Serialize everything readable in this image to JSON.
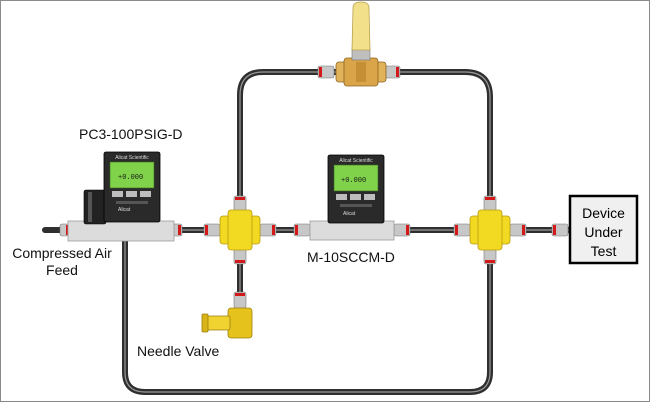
{
  "labels": {
    "controller": "PC3-100PSIG-D",
    "feed": [
      "Compressed Air",
      "Feed"
    ],
    "meter": "M-10SCCM-D",
    "needle": "Needle Valve",
    "dut": [
      "Device",
      "Under",
      "Test"
    ]
  },
  "displays": {
    "controller_reading": "+0.000",
    "meter_reading": "+0.000",
    "brand": "Alicat Scientific"
  },
  "colors": {
    "tube": "#2f2f2f",
    "tube_highlight": "#9a9a9a",
    "fitting": "#c7c7c7",
    "nut_red": "#d21a1a",
    "brass_tee": "#f2da22",
    "valve_handle": "#f2e08a",
    "brass_valve": "#e0b25a",
    "lcd": "#7fd24a"
  }
}
